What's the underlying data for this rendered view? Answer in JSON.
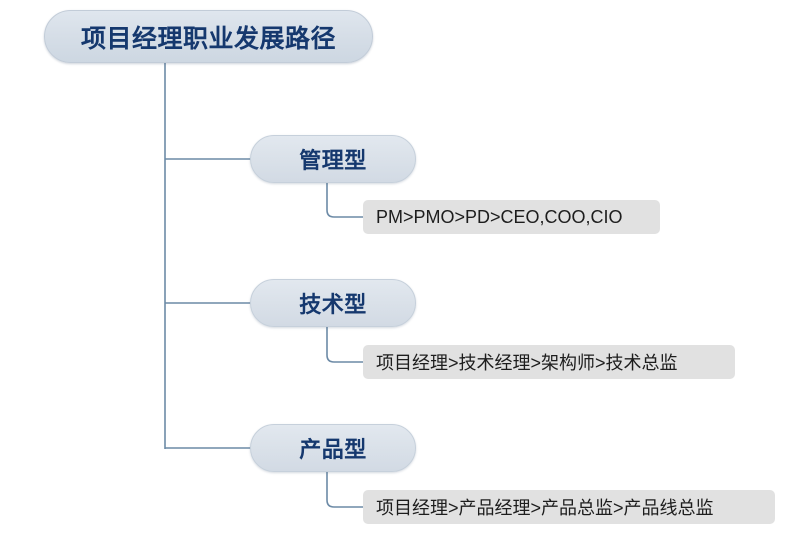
{
  "diagram": {
    "type": "mindmap",
    "title": "项目经理职业发展路径",
    "root": {
      "label": "项目经理职业发展路径"
    },
    "branches": [
      {
        "label": "管理型",
        "leaf": "PM>PMO>PD>CEO,COO,CIO"
      },
      {
        "label": "技术型",
        "leaf": "项目经理>技术经理>架构师>技术总监"
      },
      {
        "label": "产品型",
        "leaf": "项目经理>产品经理>产品总监>产品线总监"
      }
    ],
    "colors": {
      "node_fill": "#dae1e9",
      "node_border": "#c6d0db",
      "node_text": "#15386e",
      "leaf_fill": "#e1e1e1",
      "leaf_text": "#1d1d1d",
      "connector": "#6c8aa6",
      "background": "#ffffff"
    }
  }
}
